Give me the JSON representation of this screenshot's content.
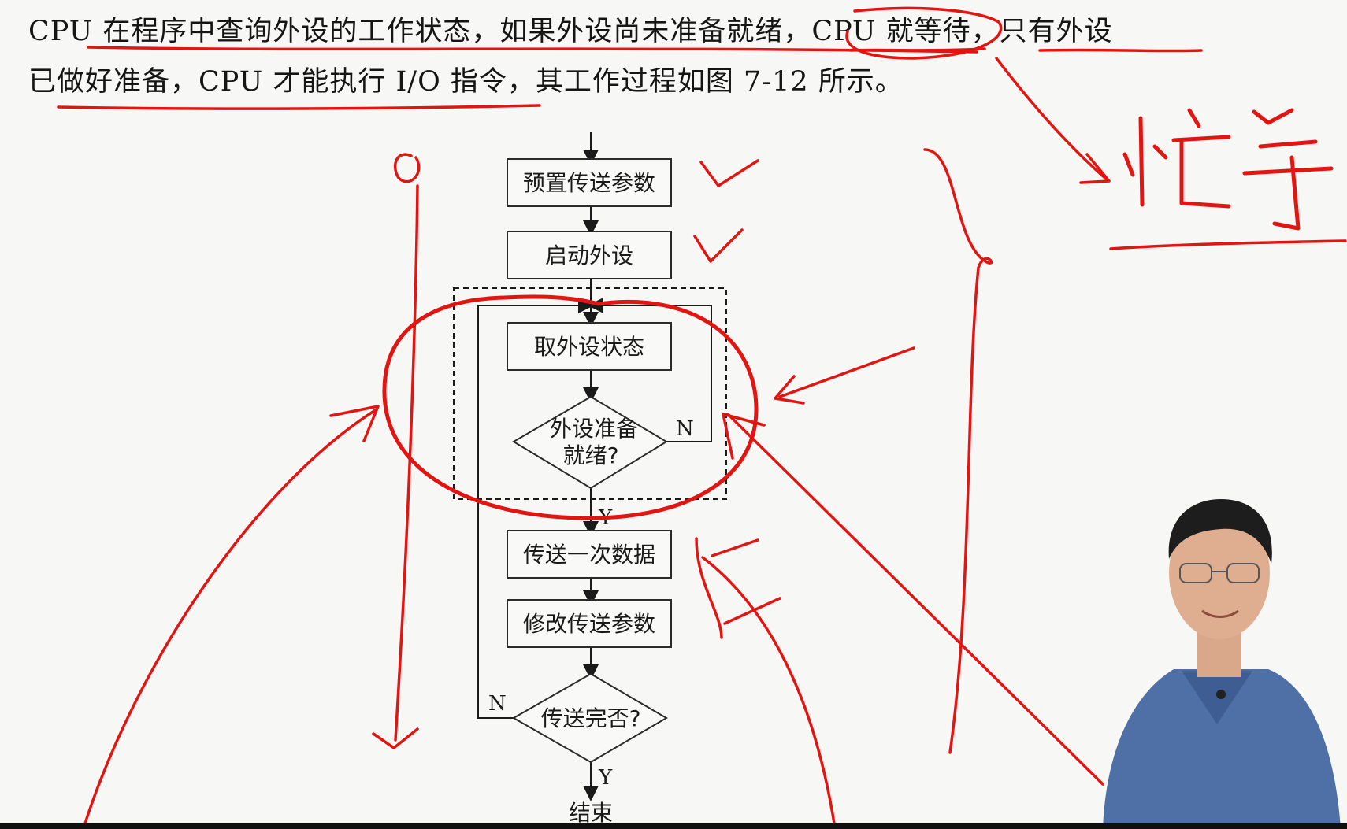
{
  "paragraph": {
    "line1": "CPU 在程序中查询外设的工作状态，如果外设尚未准备就绪，CPU 就等待，只有外设",
    "line2": "已做好准备，CPU 才能执行 I/O 指令，其工作过程如图 7-12 所示。"
  },
  "flowchart": {
    "step1": "预置传送参数",
    "step2": "启动外设",
    "step3": "取外设状态",
    "decision1_line1": "外设准备",
    "decision1_line2": "就绪?",
    "step4": "传送一次数据",
    "step5": "修改传送参数",
    "decision2": "传送完否?",
    "end": "结束",
    "label_n1": "N",
    "label_y1": "Y",
    "label_n2": "N",
    "label_y2": "Y"
  },
  "annotation": {
    "handwritten_note": "忙等"
  },
  "colors": {
    "ink": "#e11512",
    "text": "#151515",
    "background": "#f7f7f5"
  }
}
